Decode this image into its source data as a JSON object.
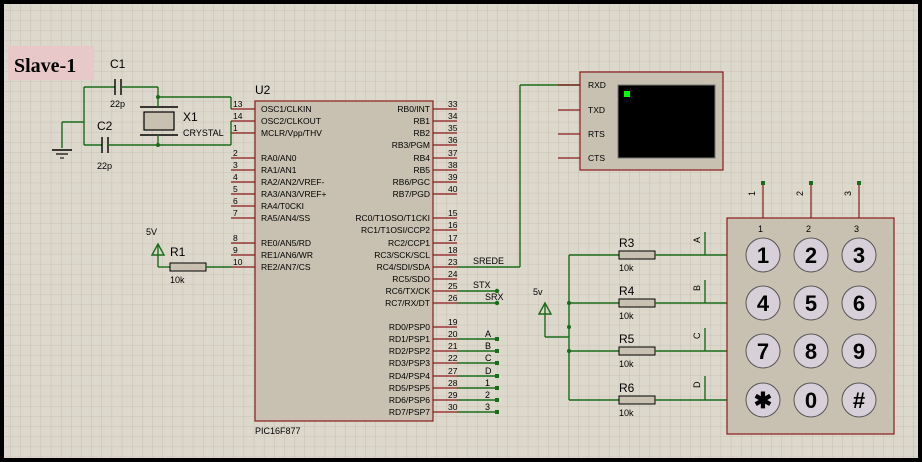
{
  "title": "Slave-1",
  "mcu": {
    "ref": "U2",
    "part": "PIC16F877",
    "left_pins": [
      {
        "num": "13",
        "name": "OSC1/CLKIN"
      },
      {
        "num": "14",
        "name": "OSC2/CLKOUT"
      },
      {
        "num": "1",
        "name": "MCLR/Vpp/THV"
      },
      {
        "num": "2",
        "name": "RA0/AN0"
      },
      {
        "num": "3",
        "name": "RA1/AN1"
      },
      {
        "num": "4",
        "name": "RA2/AN2/VREF-"
      },
      {
        "num": "5",
        "name": "RA3/AN3/VREF+"
      },
      {
        "num": "6",
        "name": "RA4/T0CKI"
      },
      {
        "num": "7",
        "name": "RA5/AN4/SS"
      },
      {
        "num": "8",
        "name": "RE0/AN5/RD"
      },
      {
        "num": "9",
        "name": "RE1/AN6/WR"
      },
      {
        "num": "10",
        "name": "RE2/AN7/CS"
      }
    ],
    "right_pins_b": [
      {
        "num": "33",
        "name": "RB0/INT"
      },
      {
        "num": "34",
        "name": "RB1"
      },
      {
        "num": "35",
        "name": "RB2"
      },
      {
        "num": "36",
        "name": "RB3/PGM"
      },
      {
        "num": "37",
        "name": "RB4"
      },
      {
        "num": "38",
        "name": "RB5"
      },
      {
        "num": "39",
        "name": "RB6/PGC"
      },
      {
        "num": "40",
        "name": "RB7/PGD"
      }
    ],
    "right_pins_c": [
      {
        "num": "15",
        "name": "RC0/T1OSO/T1CKI"
      },
      {
        "num": "16",
        "name": "RC1/T1OSI/CCP2"
      },
      {
        "num": "17",
        "name": "RC2/CCP1"
      },
      {
        "num": "18",
        "name": "RC3/SCK/SCL"
      },
      {
        "num": "23",
        "name": "RC4/SDI/SDA"
      },
      {
        "num": "24",
        "name": "RC5/SDO"
      },
      {
        "num": "25",
        "name": "RC6/TX/CK"
      },
      {
        "num": "26",
        "name": "RC7/RX/DT"
      }
    ],
    "right_pins_d": [
      {
        "num": "19",
        "name": "RD0/PSP0"
      },
      {
        "num": "20",
        "name": "RD1/PSP1"
      },
      {
        "num": "21",
        "name": "RD2/PSP2"
      },
      {
        "num": "22",
        "name": "RD3/PSP3"
      },
      {
        "num": "27",
        "name": "RD4/PSP4"
      },
      {
        "num": "28",
        "name": "RD5/PSP5"
      },
      {
        "num": "29",
        "name": "RD6/PSP6"
      },
      {
        "num": "30",
        "name": "RD7/PSP7"
      }
    ],
    "net_labels": [
      "SREDE",
      "STX",
      "SRX"
    ],
    "portd_labels": [
      "A",
      "B",
      "C",
      "D",
      "1",
      "2",
      "3"
    ]
  },
  "crystal": {
    "ref": "X1",
    "type": "CRYSTAL"
  },
  "caps": [
    {
      "ref": "C1",
      "value": "22p"
    },
    {
      "ref": "C2",
      "value": "22p"
    }
  ],
  "r1": {
    "ref": "R1",
    "value": "10k",
    "supply": "5V"
  },
  "terminal": {
    "pins": [
      "RXD",
      "TXD",
      "RTS",
      "CTS"
    ]
  },
  "pullups": {
    "supply": "5v",
    "resistors": [
      {
        "ref": "R3",
        "value": "10k",
        "row": "A"
      },
      {
        "ref": "R4",
        "value": "10k",
        "row": "B"
      },
      {
        "ref": "R5",
        "value": "10k",
        "row": "C"
      },
      {
        "ref": "R6",
        "value": "10k",
        "row": "D"
      }
    ]
  },
  "keypad": {
    "columns": [
      "1",
      "2",
      "3"
    ],
    "rows": [
      "A",
      "B",
      "C",
      "D"
    ],
    "keys": [
      [
        "1",
        "2",
        "3"
      ],
      [
        "4",
        "5",
        "6"
      ],
      [
        "7",
        "8",
        "9"
      ],
      [
        "✱",
        "0",
        "#"
      ]
    ]
  },
  "colors": {
    "background": "#ddd8cc",
    "grid": "#b8b0a0",
    "wire": "#1a6b1a",
    "component_fill": "#c8c0b0",
    "component_outline": "#8b1a1a",
    "key_fill": "#d8d0d8",
    "terminal_screen": "#000000",
    "terminal_cursor": "#00ff00"
  }
}
